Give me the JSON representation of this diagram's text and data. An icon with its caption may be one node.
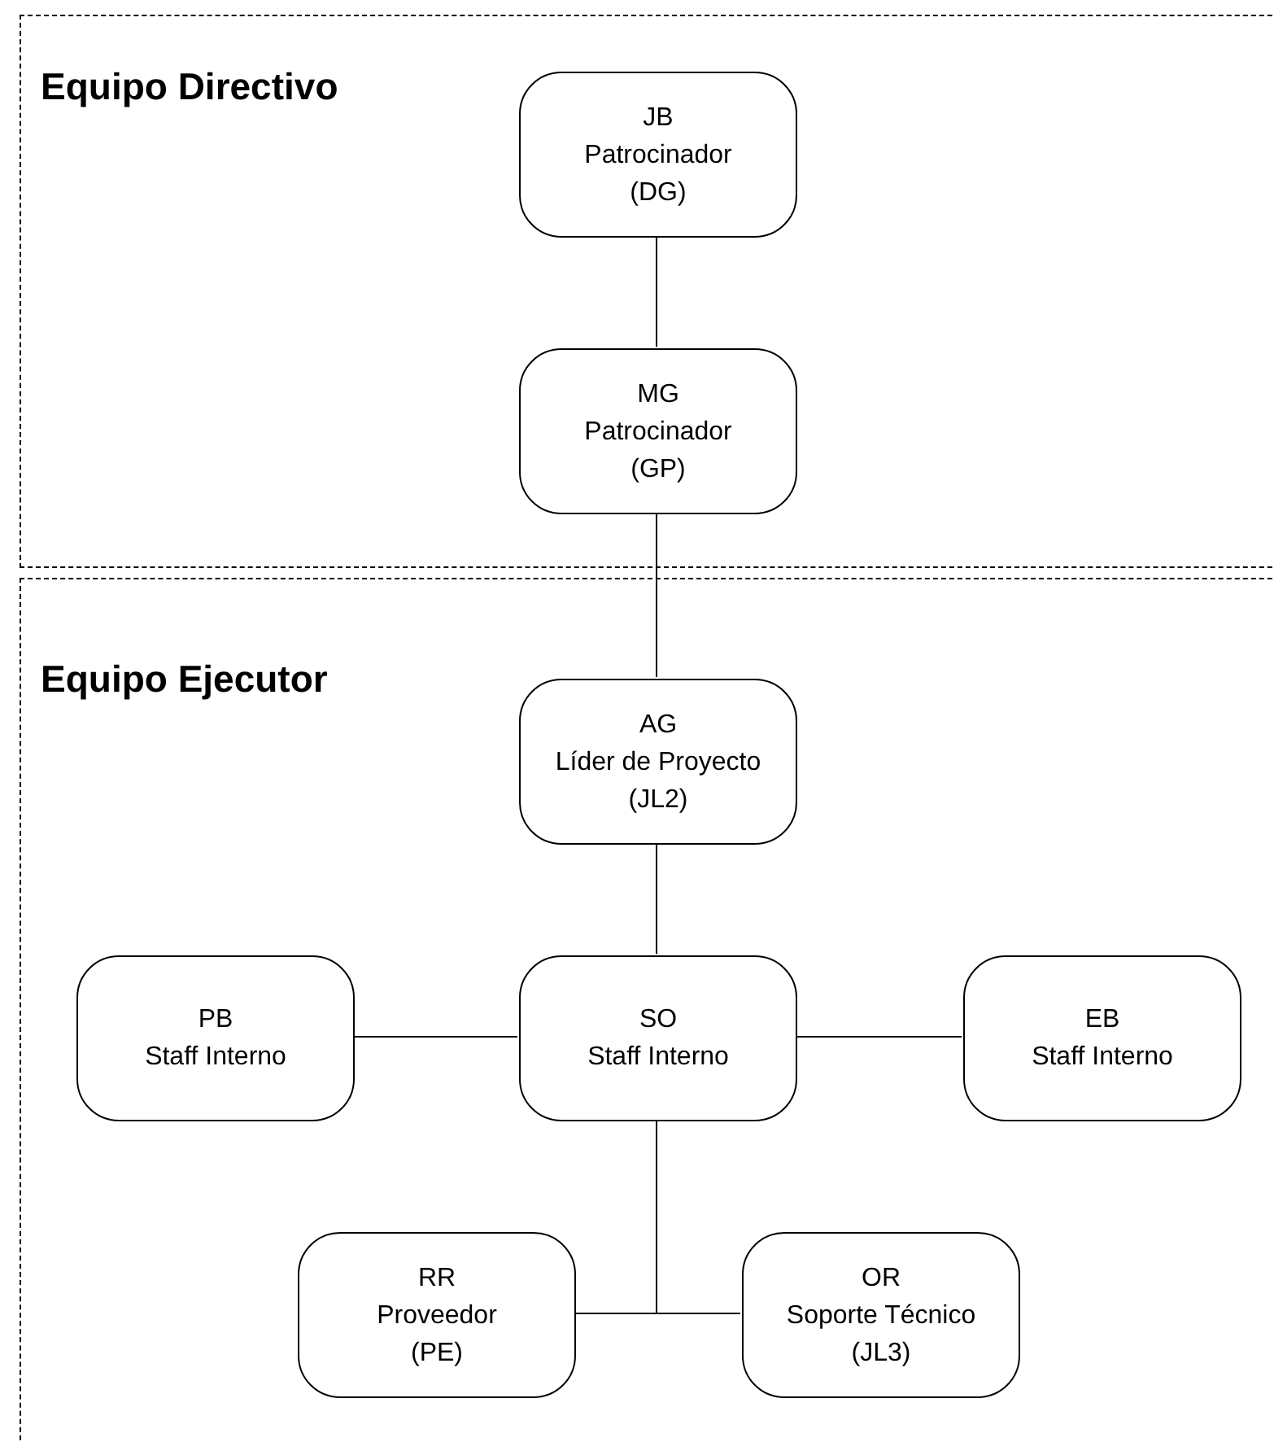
{
  "diagram": {
    "nodes": [
      {
        "text": [
          "Equipo Directivo"
        ]
      },
      {
        "text": [
          "JB",
          "Patrocinador",
          "(DG)"
        ],
        "in": 0
      },
      {
        "text": [
          "MG",
          "Patrocinador",
          "(GP)"
        ],
        "in": 0
      },
      {
        "text": [
          "Equipo Ejecutor"
        ]
      },
      {
        "text": [
          "AG",
          "Líder de Proyecto",
          "(JL2)"
        ],
        "in": 3
      },
      {
        "text": [
          "PB",
          "Staff Interno"
        ],
        "in": 3
      },
      {
        "text": [
          "SO",
          "Staff Interno"
        ],
        "in": 3
      },
      {
        "text": [
          "EB",
          "Staff Interno"
        ],
        "in": 3
      },
      {
        "text": [
          "RR",
          "Proveedor",
          "(PE)"
        ],
        "in": 3
      },
      {
        "text": [
          "OR",
          "Soporte Técnico",
          "(JL3)"
        ],
        "in": 3
      }
    ],
    "edges": [
      {
        "from": 1,
        "to": 2,
        "arrow": "none"
      },
      {
        "from": 2,
        "to": 4,
        "arrow": "none"
      },
      {
        "from": 4,
        "to": 6,
        "arrow": "none"
      },
      {
        "from": 6,
        "to": 5,
        "arrow": "none"
      },
      {
        "from": 6,
        "to": 7,
        "arrow": "none"
      },
      {
        "from": 6,
        "to": 8,
        "arrow": "none"
      },
      {
        "from": 6,
        "to": 9,
        "arrow": "none"
      }
    ]
  }
}
